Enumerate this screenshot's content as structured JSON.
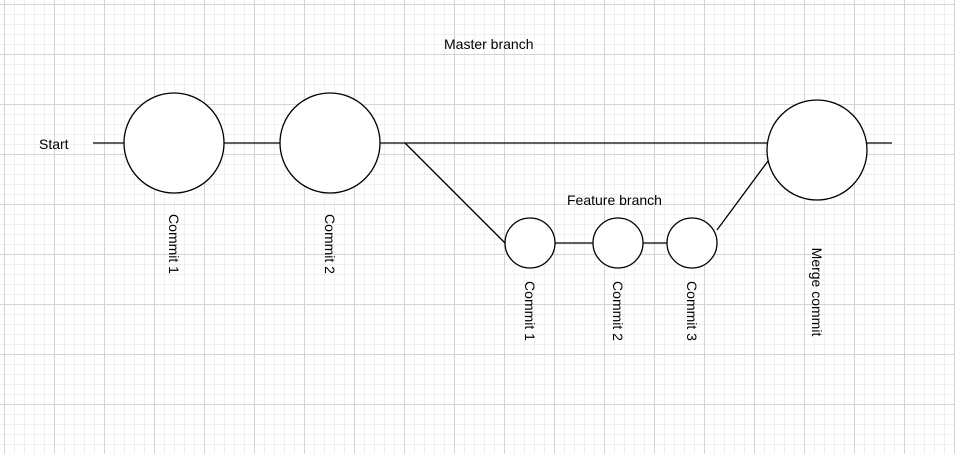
{
  "labels": {
    "master_branch": "Master branch",
    "feature_branch": "Feature branch",
    "start": "Start"
  },
  "master_commits": [
    {
      "label": "Commit 1"
    },
    {
      "label": "Commit 2"
    }
  ],
  "feature_commits": [
    {
      "label": "Commit 1"
    },
    {
      "label": "Commit 2"
    },
    {
      "label": "Commit 3"
    }
  ],
  "merge_commit": {
    "label": "Merge commit"
  },
  "colors": {
    "stroke": "#000000",
    "fill": "#ffffff",
    "grid_major": "#d4d4d4",
    "grid_minor": "#efefef"
  }
}
